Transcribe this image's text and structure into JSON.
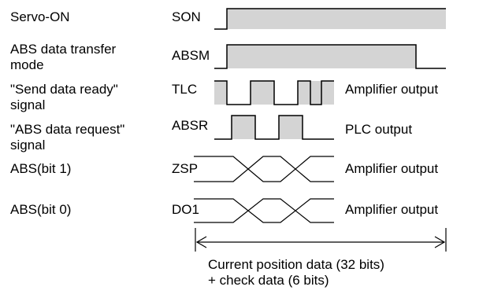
{
  "colors": {
    "high_fill": "#d4d4d4",
    "line": "#000000"
  },
  "signals": [
    {
      "key": "son",
      "description_lines": [
        "Servo-ON"
      ],
      "device": "SON",
      "output_label": ""
    },
    {
      "key": "absm",
      "description_lines": [
        "ABS data transfer",
        "mode"
      ],
      "device": "ABSM",
      "output_label": ""
    },
    {
      "key": "tlc",
      "description_lines": [
        "\"Send data ready\"",
        "signal"
      ],
      "device": "TLC",
      "output_label": "Amplifier output"
    },
    {
      "key": "absr",
      "description_lines": [
        "\"ABS data request\"",
        "signal"
      ],
      "device": "ABSR",
      "output_label": "PLC output"
    },
    {
      "key": "zsp",
      "description_lines": [
        "ABS(bit 1)"
      ],
      "device": "ZSP",
      "output_label": "Amplifier output"
    },
    {
      "key": "do1",
      "description_lines": [
        "ABS(bit 0)"
      ],
      "device": "DO1",
      "output_label": "Amplifier output"
    }
  ],
  "span_annotation": {
    "lines": [
      "Current position data (32 bits)",
      "+ check data (6 bits)"
    ]
  }
}
